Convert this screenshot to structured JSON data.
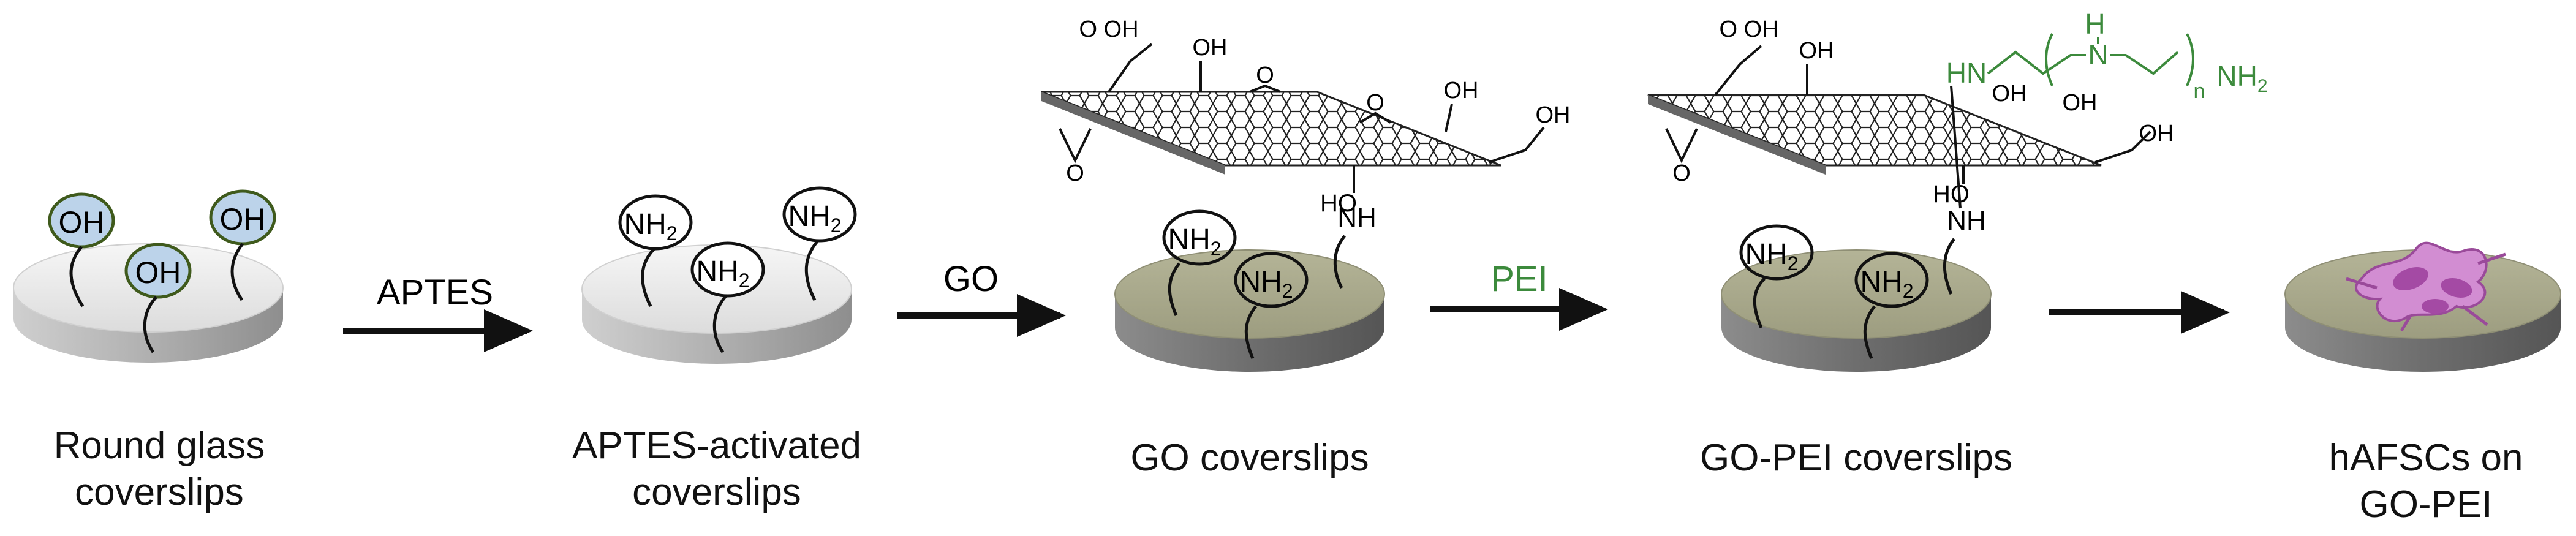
{
  "colors": {
    "glass_top": "#ebebeb",
    "glass_side": "#bdbdbd",
    "go_top": "#a9a98a",
    "go_side": "#7d7d6a",
    "oh_fill": "#bcd3ea",
    "oh_stroke": "#3f5a1c",
    "pei_green": "#3c8a3c",
    "cell": "#c879c8",
    "ink": "#111111"
  },
  "captions": {
    "stage1": [
      "Round glass",
      "coverslips"
    ],
    "stage2": [
      "APTES-activated",
      "coverslips"
    ],
    "stage3": [
      "GO coverslips"
    ],
    "stage4": [
      "GO-PEI coverslips"
    ],
    "stage5": [
      "hAFSCs on",
      "GO-PEI"
    ]
  },
  "arrows": {
    "a1": "APTES",
    "a2": "GO",
    "a3": "PEI",
    "a4": ""
  },
  "groups": {
    "oh": "OH",
    "nh2": "NH",
    "nh2_sub": "2",
    "nh": "NH",
    "ho": "HO",
    "hn": "HN",
    "h": "H",
    "n": "n",
    "oxygen": "O"
  }
}
